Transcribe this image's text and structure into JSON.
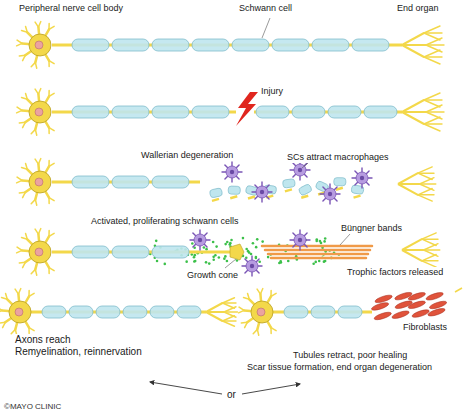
{
  "diagram": {
    "labels": [
      "Peripheral nerve cell body",
      "Schwann cell",
      "End organ",
      "Injury",
      "Wallerian degeneration",
      "SCs attract macrophages",
      "Activated, proliferating schwann cells",
      "Büngner bands",
      "Growth cone",
      "Trophic factors released",
      "Axons reach",
      "Remyelination, reinnervation",
      "or",
      "Fibroblasts",
      "Tubules retract, poor healing",
      "Scar tissue formation, end organ degeneration",
      "©MAYO CLINIC"
    ]
  }
}
